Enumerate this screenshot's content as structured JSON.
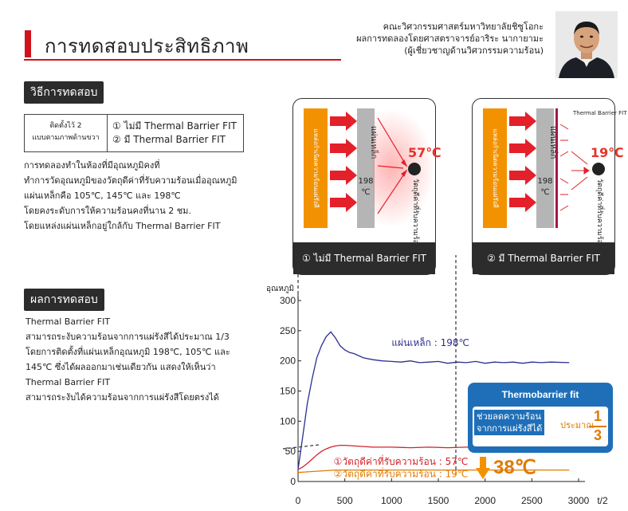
{
  "header": {
    "title": "การทดสอบประสิทธิภาพ",
    "info_lines": [
      "คณะวิศวกรรมศาสตร์มหาวิทยาลัยชิซูโอกะ",
      "ผลการทดลองโดยศาสตราจารย์อาริระ นากายามะ",
      "(ผู้เชี่ยวชาญด้านวิศวกรรมความร้อน)"
    ]
  },
  "method": {
    "label": "วิธีการทดสอบ",
    "conditions": {
      "left_lines": [
        "ติดตั้งไว้ 2",
        "แบบตามภาพด้านขวา"
      ],
      "right_lines": [
        "① ไม่มี Thermal Barrier FIT",
        "② มี Thermal Barrier FIT"
      ]
    },
    "description": [
      "การทดลองทำในห้องที่มีอุณหภูมิคงที่",
      "ทำการวัดอุณหภูมิของวัตถุดีค่าที่รับความร้อนเมื่ออุณหภูมิ",
      "แผ่นเหล็กคือ 105℃, 145℃ และ 198℃",
      "โดยคงระดับการให้ความร้อนคงที่นาน 2 ชม.",
      "โดยแหล่งแผ่นเหล็กอยู่ใกล้กับ Thermal Barrier FIT"
    ]
  },
  "diagram": {
    "heater_text": "แหล่งกำเนิดความร้อนแผ่รังสี",
    "plate_lines": [
      "แผ่นเหล็ก",
      "198",
      "℃"
    ],
    "sensor_text": "วัตถุดีค่าที่รับความร้อน",
    "panel1": {
      "temp": "57℃",
      "caption": "① ไม่มี Thermal Barrier FIT"
    },
    "panel2": {
      "temp": "19℃",
      "caption": "② มี Thermal Barrier FIT",
      "film_label": "Thermal Barrier FIT"
    }
  },
  "result": {
    "label": "ผลการทดสอบ",
    "description": [
      "Thermal Barrier FIT",
      "สามารถระงับความร้อนจากการแผ่รังสีได้ประมาณ 1/3",
      "โดยการติดตั้งที่แผ่นเหล็กอุณหภูมิ 198℃, 105℃ และ",
      "145℃ ซึ่งได้ผลออกมาเช่นเดียวกัน แสดงให้เห็นว่า",
      "Thermal Barrier FIT",
      "สามารถระงับได้ความร้อนจากการแผ่รังสีโดยตรงได้"
    ]
  },
  "callout": {
    "title": "Thermobarrier fit",
    "lines": [
      "ช่วยลดความร้อน",
      "จากการแผ่รังสีได้"
    ],
    "approx": "ประมาณ",
    "numerator": "1",
    "denominator": "3",
    "delta": "38℃"
  },
  "colors": {
    "accent_red": "#d0121b",
    "plate_series": "#2b2f8f",
    "no_fit_series": "#d2232a",
    "with_fit_series": "#e07b00",
    "callout_blue": "#1f6fb8",
    "heater_orange": "#f39200"
  },
  "chart_data": {
    "type": "line",
    "xlabel": "t/2",
    "ylabel": "อุณหภูมิ",
    "xlim": [
      0,
      3000
    ],
    "ylim": [
      0,
      300
    ],
    "xticks": [
      0,
      500,
      1000,
      1500,
      2000,
      2500,
      3000
    ],
    "yticks": [
      0,
      50,
      100,
      150,
      200,
      250,
      300
    ],
    "grid": false,
    "series": [
      {
        "name": "แผ่นเหล็ก : 198℃",
        "x": [
          0,
          50,
          100,
          150,
          200,
          250,
          300,
          350,
          400,
          450,
          500,
          550,
          600,
          700,
          800,
          900,
          1000,
          1100,
          1200,
          1300,
          1400,
          1500,
          1600,
          1700,
          1800,
          1900,
          2000,
          2100,
          2200,
          2300,
          2400,
          2500,
          2600,
          2700,
          2900
        ],
        "values": [
          20,
          75,
          130,
          170,
          205,
          225,
          240,
          248,
          238,
          225,
          218,
          214,
          212,
          205,
          202,
          200,
          199,
          198,
          200,
          197,
          198,
          199,
          196,
          198,
          197,
          199,
          196,
          198,
          197,
          198,
          196,
          198,
          197,
          198,
          197
        ]
      },
      {
        "name": "①วัตถุดีค่าที่รับความร้อน : 57℃",
        "x": [
          0,
          50,
          100,
          150,
          200,
          250,
          300,
          350,
          400,
          450,
          500,
          600,
          700,
          800,
          1000,
          1200,
          1400,
          1600,
          1800,
          2000,
          2200,
          2400,
          2600,
          2900
        ],
        "values": [
          20,
          24,
          30,
          37,
          44,
          50,
          54,
          57,
          59,
          60,
          60,
          59,
          58,
          57,
          57,
          56,
          57,
          56,
          57,
          57,
          56,
          57,
          57,
          57
        ]
      },
      {
        "name": "②วัตถุดีค่าที่รับความร้อน : 19℃",
        "x": [
          0,
          100,
          200,
          300,
          400,
          600,
          800,
          1000,
          1200,
          1400,
          1600,
          1800,
          2000,
          2200,
          2400,
          2600,
          2900
        ],
        "values": [
          15,
          16,
          17,
          18,
          19,
          19,
          19,
          19,
          19,
          19,
          19,
          19,
          19,
          19,
          19,
          19,
          19
        ]
      }
    ]
  }
}
